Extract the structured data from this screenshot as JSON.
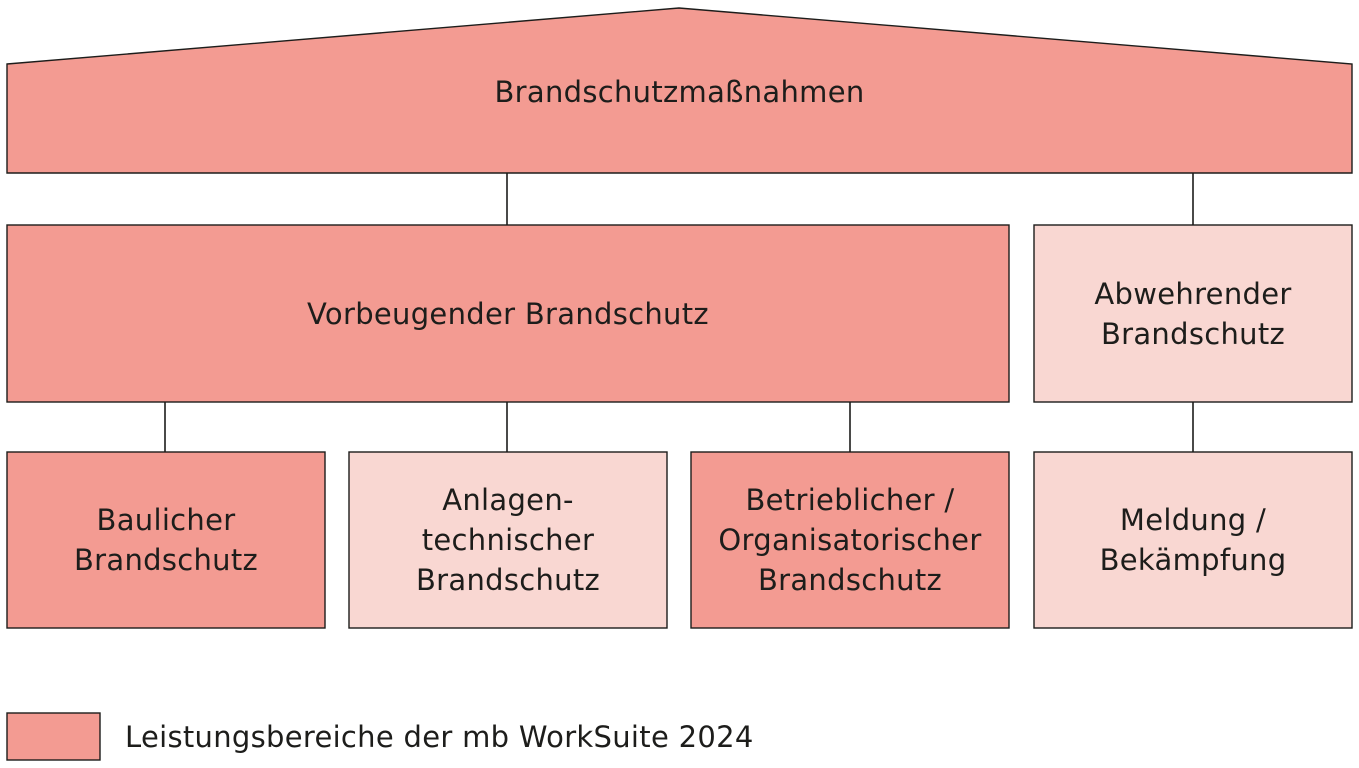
{
  "colors": {
    "dark_fill": "#f39b92",
    "light_fill": "#f9d7d2",
    "stroke": "#1d1d1b"
  },
  "nodes": {
    "root": {
      "label": "Brandschutzmaßnahmen",
      "included": true
    },
    "preventive": {
      "label": "Vorbeugender Brandschutz",
      "included": true
    },
    "defensive": {
      "label": "Abwehrender\nBrandschutz",
      "included": false
    },
    "structural": {
      "label": "Baulicher\nBrandschutz",
      "included": true
    },
    "technical": {
      "label": "Anlagen-\ntechnischer\nBrandschutz",
      "included": false
    },
    "organisational": {
      "label": "Betrieblicher /\nOrganisatorischer\nBrandschutz",
      "included": true
    },
    "reporting": {
      "label": "Meldung /\nBekämpfung",
      "included": false
    }
  },
  "edges": [
    [
      "root",
      "preventive"
    ],
    [
      "root",
      "defensive"
    ],
    [
      "preventive",
      "structural"
    ],
    [
      "preventive",
      "technical"
    ],
    [
      "preventive",
      "organisational"
    ],
    [
      "defensive",
      "reporting"
    ]
  ],
  "legend": {
    "label": "Leistungsbereiche der mb WorkSuite 2024"
  }
}
